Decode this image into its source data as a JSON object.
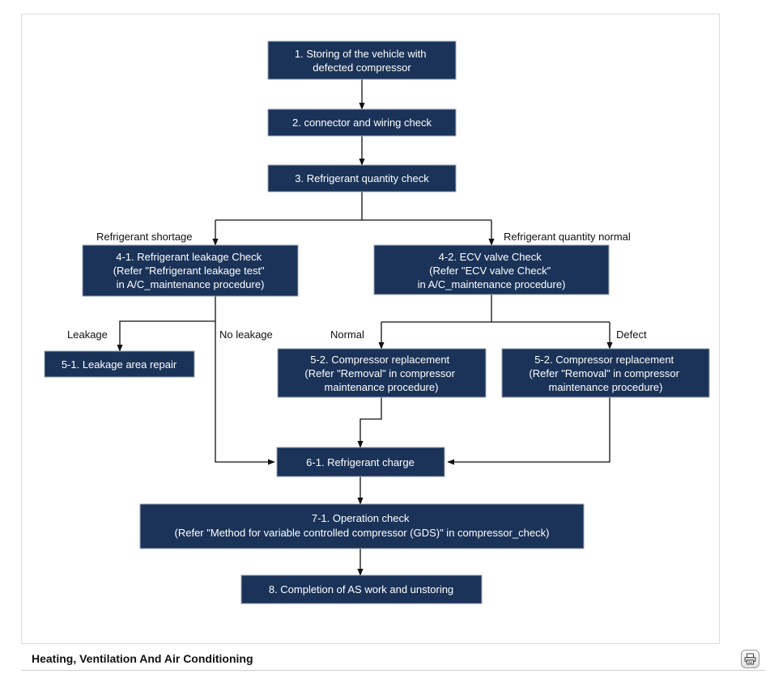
{
  "diagram": {
    "nodes": [
      {
        "id": "n1",
        "lines": [
          "1. Storing of the vehicle with",
          "defected compressor"
        ]
      },
      {
        "id": "n2",
        "lines": [
          "2. connector and wiring check"
        ]
      },
      {
        "id": "n3",
        "lines": [
          "3. Refrigerant quantity check"
        ]
      },
      {
        "id": "n41",
        "lines": [
          "4-1. Refrigerant leakage Check",
          "(Refer \"Refrigerant leakage test\"",
          "in A/C_maintenance procedure)"
        ]
      },
      {
        "id": "n42",
        "lines": [
          "4-2. ECV valve Check",
          "(Refer \"ECV valve Check\"",
          "in A/C_maintenance procedure)"
        ]
      },
      {
        "id": "n51",
        "lines": [
          "5-1. Leakage area repair"
        ]
      },
      {
        "id": "n52a",
        "lines": [
          "5-2. Compressor replacement",
          "(Refer \"Removal\" in compressor",
          "maintenance procedure)"
        ]
      },
      {
        "id": "n52b",
        "lines": [
          "5-2. Compressor replacement",
          "(Refer \"Removal\" in compressor",
          "maintenance procedure)"
        ]
      },
      {
        "id": "n61",
        "lines": [
          "6-1. Refrigerant charge"
        ]
      },
      {
        "id": "n71",
        "lines": [
          "7-1. Operation check",
          "(Refer \"Method for variable controlled compressor (GDS)\" in compressor_check)"
        ]
      },
      {
        "id": "n8",
        "lines": [
          "8. Completion of AS work and unstoring"
        ]
      }
    ],
    "edge_labels": {
      "refrigerant_shortage": "Refrigerant shortage",
      "refrigerant_quantity_normal": "Refrigerant quantity normal",
      "leakage": "Leakage",
      "no_leakage": "No leakage",
      "normal": "Normal",
      "defect": "Defect"
    }
  },
  "footer": {
    "section_title": "Heating, Ventilation And Air Conditioning",
    "print_icon": "print-icon"
  }
}
